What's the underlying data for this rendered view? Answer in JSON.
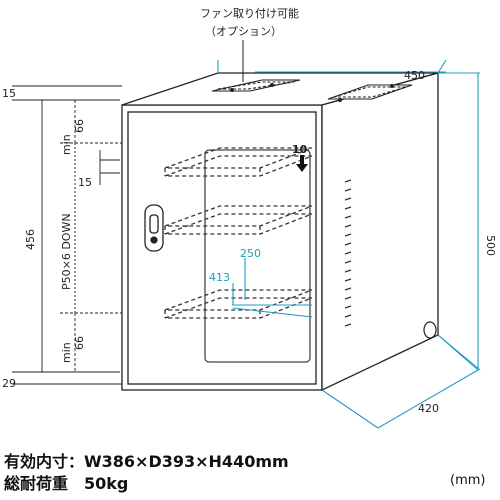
{
  "callout": {
    "line1": "ファン取り付け可能",
    "line2": "（オプション）"
  },
  "dims": {
    "width_top": "450",
    "height_right": "500",
    "depth_bottom": "420",
    "top_offset": "15",
    "rail_offset": "15",
    "overall_rail": "456",
    "min_top": "min\n66",
    "min_top_a": "min",
    "min_top_b": "66",
    "min_bottom_a": "min",
    "min_bottom_b": "66",
    "pitch": "P50×6 DOWN",
    "bottom_offset": "29",
    "shelf_depth": "250",
    "shelf_width": "413",
    "arrow_label": "10"
  },
  "specs": {
    "line1": "有効内寸：W386×D393×H440mm",
    "line2": "総耐荷重　50kg"
  },
  "unit": "(mm)"
}
